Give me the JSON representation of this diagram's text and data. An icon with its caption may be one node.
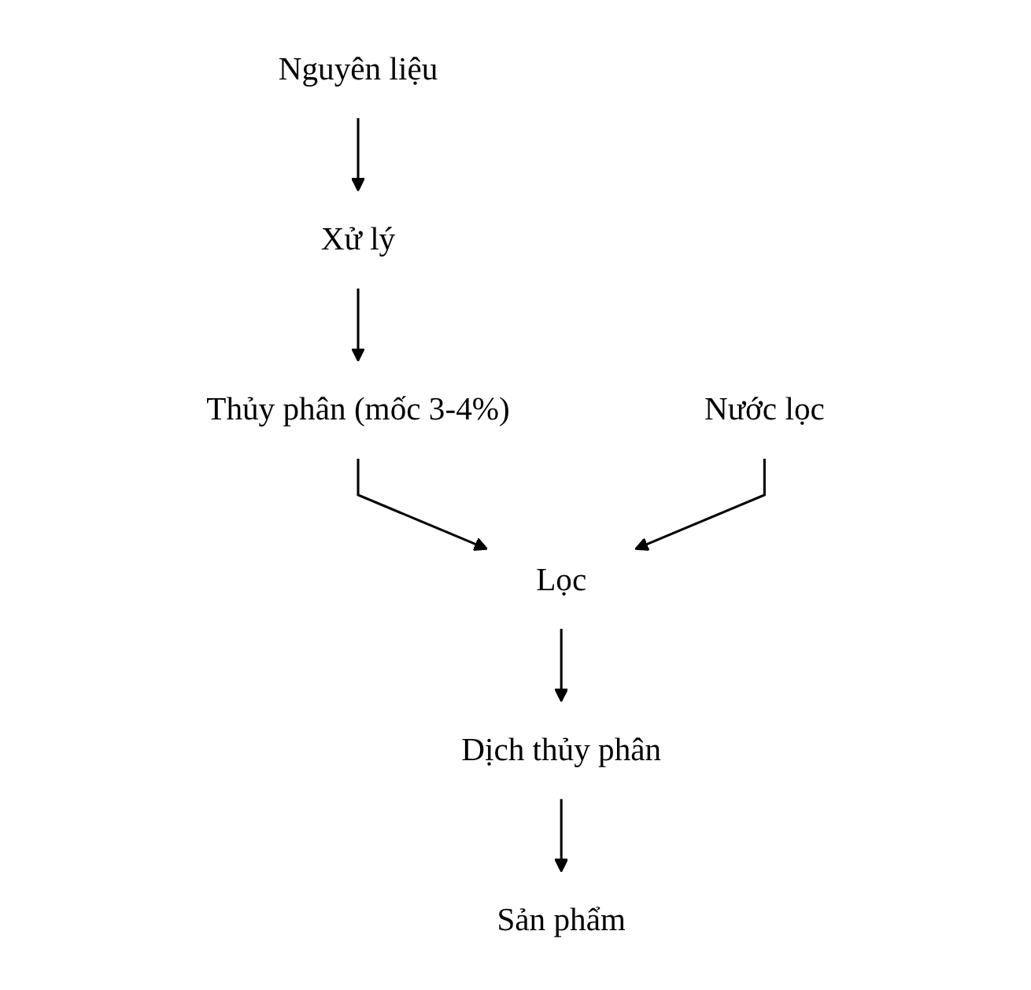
{
  "diagram": {
    "nodes": [
      {
        "text": [
          "Nguyên liệu"
        ]
      },
      {
        "text": [
          "Xử lý"
        ]
      },
      {
        "text": [
          "Thủy phân (mốc 3-4%)"
        ]
      },
      {
        "text": [
          "Nước lọc"
        ]
      },
      {
        "text": [
          "Lọc"
        ]
      },
      {
        "text": [
          "Dịch thủy phân"
        ]
      },
      {
        "text": [
          "Sản phẩm"
        ]
      }
    ],
    "edges": [
      {
        "from": 0,
        "to": 1,
        "arrow": "to"
      },
      {
        "from": 1,
        "to": 2,
        "arrow": "to"
      },
      {
        "from": 2,
        "to": 4,
        "arrow": "to"
      },
      {
        "from": 3,
        "to": 4,
        "arrow": "to"
      },
      {
        "from": 4,
        "to": 5,
        "arrow": "to"
      },
      {
        "from": 5,
        "to": 6,
        "arrow": "to"
      }
    ]
  }
}
